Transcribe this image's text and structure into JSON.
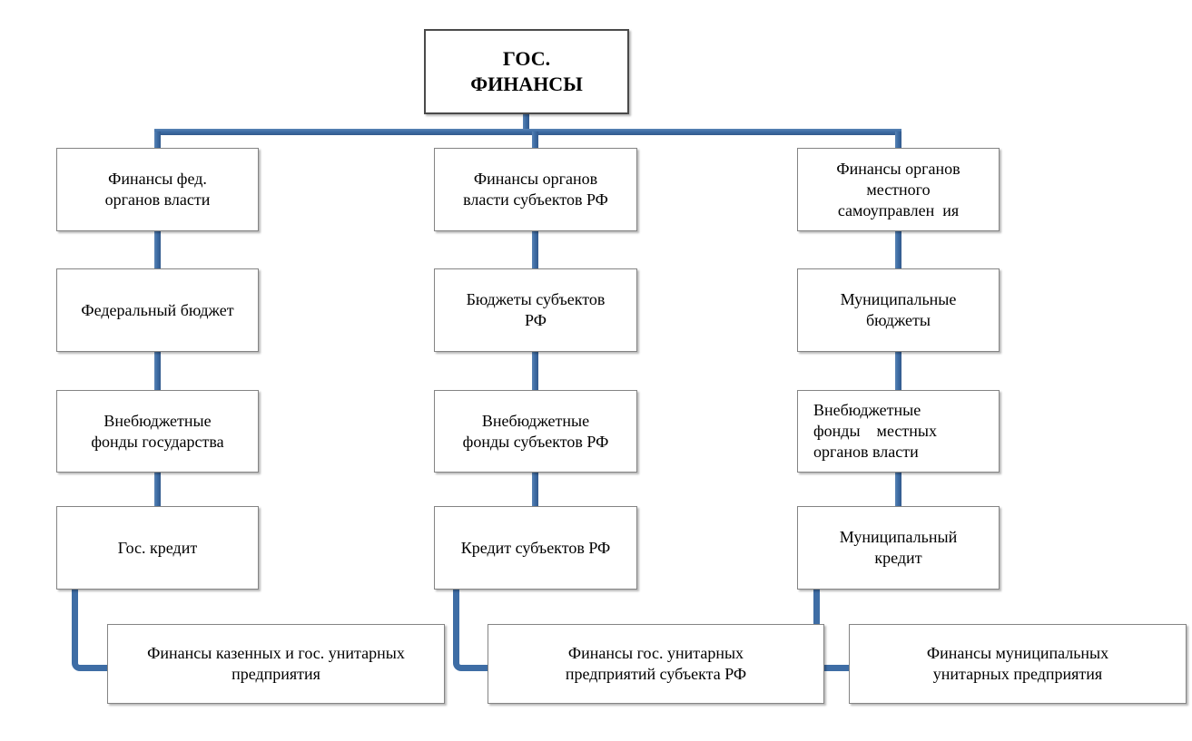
{
  "colors": {
    "connector": "#3E6DA5",
    "box_border": "#848484",
    "root_border": "#4A4A4A",
    "text": "#000000",
    "background": "#FFFFFF"
  },
  "root": {
    "label": "ГОС.\nФИНАНСЫ"
  },
  "columns": [
    {
      "boxes": [
        {
          "label": "Финансы фед.\nорганов власти"
        },
        {
          "label": "Федеральный бюджет"
        },
        {
          "label": "Внебюджетные\nфонды государства"
        },
        {
          "label": "Гос. кредит"
        },
        {
          "label": "Финансы казенных и гос. унитарных\nпредприятия"
        }
      ]
    },
    {
      "boxes": [
        {
          "label": "Финансы органов\nвласти субъектов РФ"
        },
        {
          "label": "Бюджеты субъектов\nРФ"
        },
        {
          "label": "Внебюджетные\nфонды субъектов РФ"
        },
        {
          "label": "Кредит субъектов РФ"
        },
        {
          "label": "Финансы гос. унитарных\nпредприятий субъекта РФ"
        }
      ]
    },
    {
      "boxes": [
        {
          "label": "Финансы органов\nместного\nсамоуправлен  ия"
        },
        {
          "label": "Муниципальные\nбюджеты"
        },
        {
          "label": "Внебюджетные\nфонды    местных\nорганов власти"
        },
        {
          "label": "Муниципальный\nкредит"
        },
        {
          "label": "Финансы муниципальных\nунитарных предприятия"
        }
      ]
    }
  ]
}
